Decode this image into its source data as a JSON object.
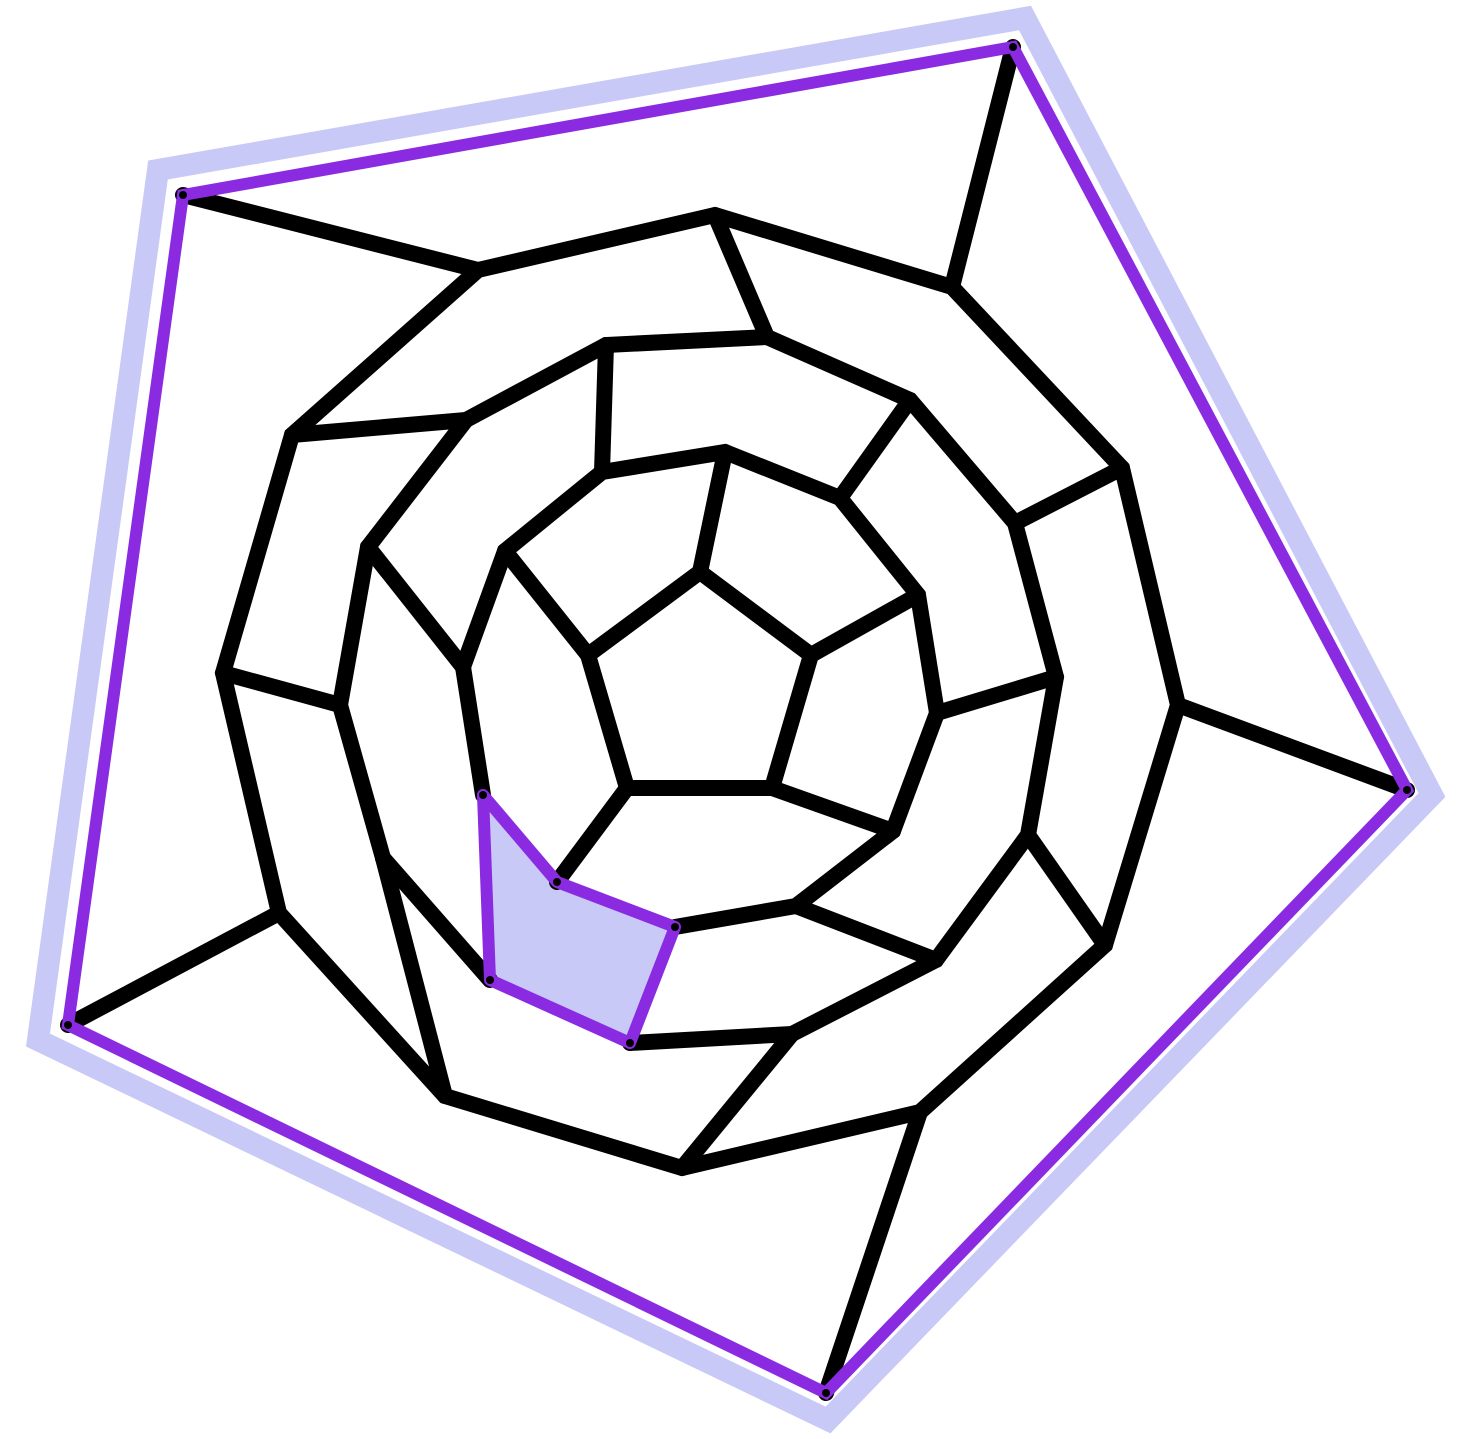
{
  "diagram": {
    "type": "planar-graph",
    "description_visible_text": "",
    "colors": {
      "background": "#ffffff",
      "edge": "#000000",
      "outer_face_halo": "#c9c9f7",
      "highlight_edge": "#8a2be2",
      "highlight_face_fill": "#c9c9f7",
      "vertex": "#000000"
    },
    "highlighted_outer_cycle": [
      "o0",
      "o1",
      "o2",
      "o3",
      "o4"
    ],
    "highlighted_face": [
      "hA",
      "hB",
      "hC",
      "hD",
      "hE"
    ]
  }
}
